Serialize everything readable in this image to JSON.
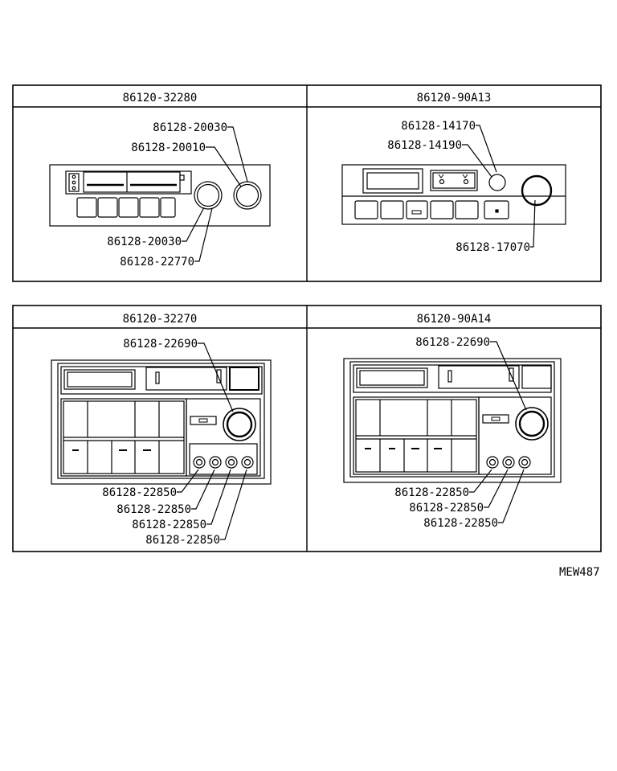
{
  "panels": [
    {
      "title": "86120-32280",
      "callouts": [
        "86128-20030",
        "86128-20010",
        "86128-20030",
        "86128-22770"
      ]
    },
    {
      "title": "86120-90A13",
      "callouts": [
        "86128-14170",
        "86128-14190",
        "86128-17070"
      ]
    },
    {
      "title": "86120-32270",
      "callouts": [
        "86128-22690",
        "86128-22850",
        "86128-22850",
        "86128-22850",
        "86128-22850"
      ]
    },
    {
      "title": "86120-90A14",
      "callouts": [
        "86128-22690",
        "86128-22850",
        "86128-22850",
        "86128-22850"
      ]
    }
  ],
  "reference_code": "MEW487",
  "colors": {
    "ink": "#000000",
    "paper": "#ffffff"
  }
}
